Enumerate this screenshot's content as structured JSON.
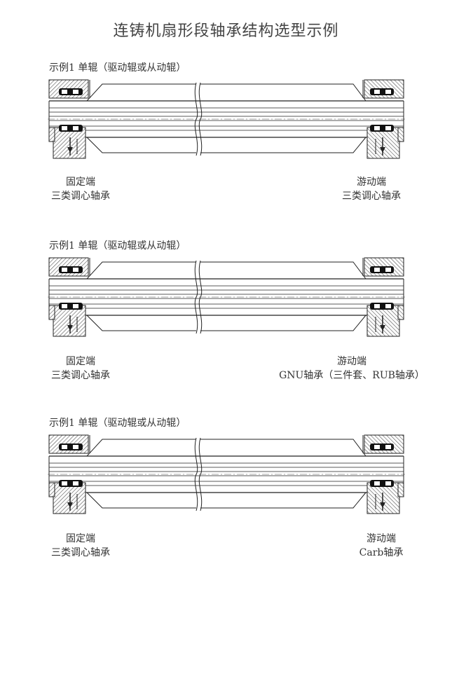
{
  "title": "连铸机扇形段轴承结构选型示例",
  "examples": [
    {
      "label": "示例1  单辊（驱动辊或从动辊）",
      "fixed_end": {
        "name": "固定端",
        "bearing": "三类调心轴承"
      },
      "floating_end": {
        "name": "游动端",
        "bearing": "三类调心轴承"
      }
    },
    {
      "label": "示例1  单辊（驱动辊或从动辊）",
      "fixed_end": {
        "name": "固定端",
        "bearing": "三类调心轴承"
      },
      "floating_end": {
        "name": "游动端",
        "bearing": "GNU轴承（三件套、RUB轴承）"
      }
    },
    {
      "label": "示例1  单辊（驱动辊或从动辊）",
      "fixed_end": {
        "name": "固定端",
        "bearing": "三类调心轴承"
      },
      "floating_end": {
        "name": "游动端",
        "bearing": "Carb轴承"
      }
    }
  ]
}
